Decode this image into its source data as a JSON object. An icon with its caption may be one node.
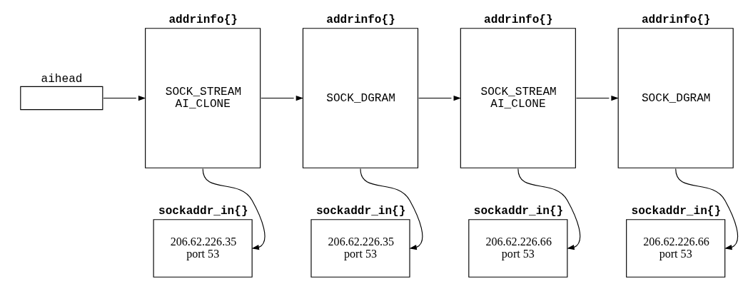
{
  "diagram": {
    "nodes": [
      {
        "text": [
          "aihead"
        ]
      },
      {
        "text": [
          "addrinfo{}",
          "SOCK_STREAM AI_CLONE"
        ]
      },
      {
        "text": [
          "addrinfo{}",
          "SOCK_DGRAM"
        ]
      },
      {
        "text": [
          "addrinfo{}",
          "SOCK_STREAM AI_CLONE"
        ]
      },
      {
        "text": [
          "addrinfo{}",
          "SOCK_DGRAM"
        ]
      },
      {
        "text": [
          "sockaddr_in{}",
          "206.62.226.35 port 53"
        ]
      },
      {
        "text": [
          "sockaddr_in{}",
          "206.62.226.35 port 53"
        ]
      },
      {
        "text": [
          "sockaddr_in{}",
          "206.62.226.66 port 53"
        ]
      },
      {
        "text": [
          "sockaddr_in{}",
          "206.62.226.66 port 53"
        ]
      }
    ],
    "edges": [
      {
        "from": 0,
        "to": 1,
        "arrow": "to"
      },
      {
        "from": 1,
        "to": 2,
        "arrow": "to"
      },
      {
        "from": 2,
        "to": 3,
        "arrow": "to"
      },
      {
        "from": 3,
        "to": 4,
        "arrow": "to"
      },
      {
        "from": 1,
        "to": 5,
        "arrow": "to"
      },
      {
        "from": 2,
        "to": 6,
        "arrow": "to"
      },
      {
        "from": 3,
        "to": 7,
        "arrow": "to"
      },
      {
        "from": 4,
        "to": 8,
        "arrow": "to"
      }
    ]
  }
}
